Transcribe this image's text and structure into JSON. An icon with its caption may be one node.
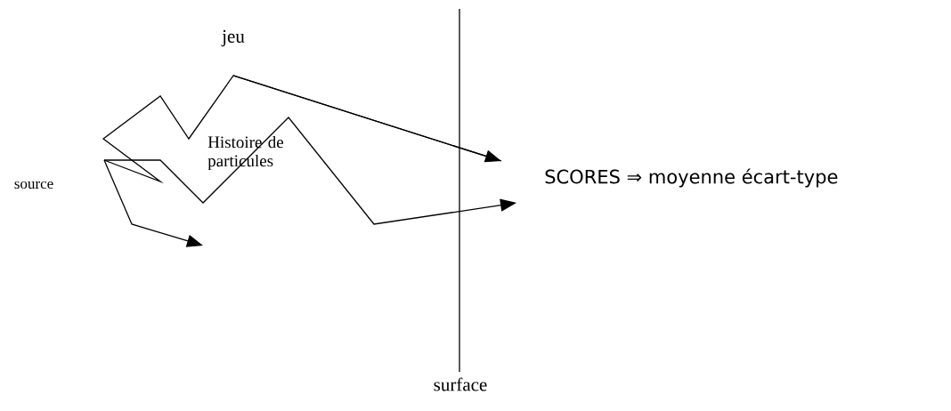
{
  "diagram": {
    "labels": [
      "jeu",
      "Histoire de particules",
      "source",
      "SCORES ⇒ moyenne écart-type",
      "surface"
    ]
  }
}
